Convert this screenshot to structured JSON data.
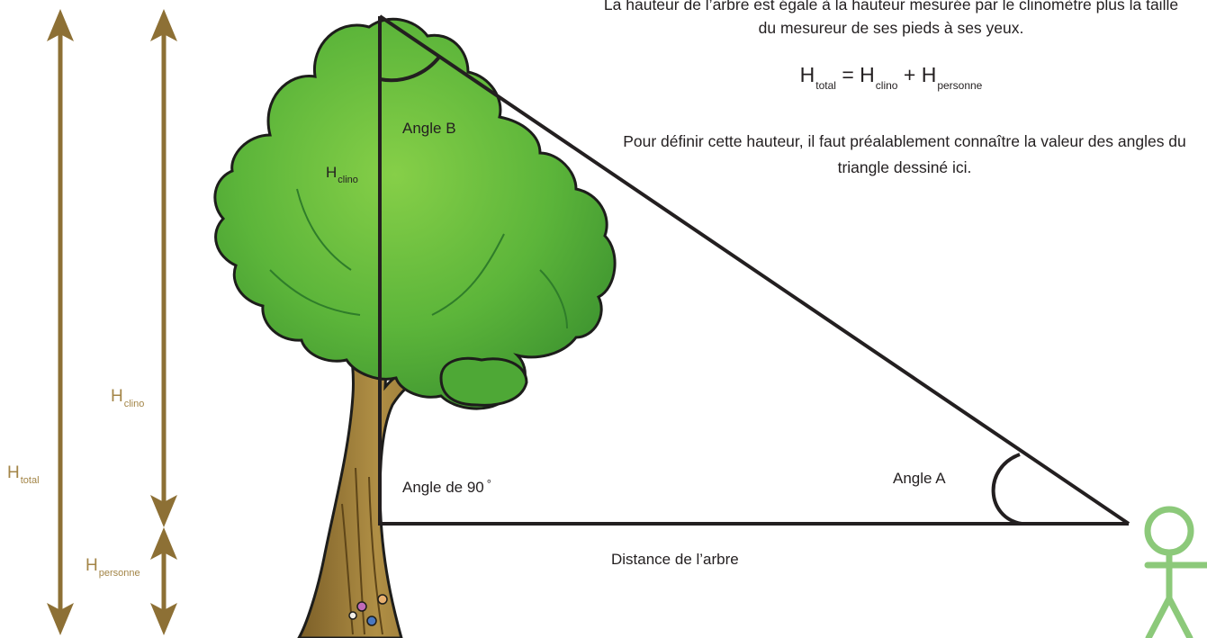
{
  "header": {
    "intro": "La hauteur de l’arbre est égale à la hauteur mesurée par le clinomètre plus la taille du mesureur de ses pieds à ses yeux.",
    "note": "Pour définir cette hauteur, il faut préalablement connaître la valeur des angles du triangle dessiné ici."
  },
  "formula": {
    "lhs_symbol": "H",
    "lhs_sub": "total",
    "equals": "=",
    "term1_symbol": "H",
    "term1_sub": "clino",
    "plus": "+",
    "term2_symbol": "H",
    "term2_sub": "personne"
  },
  "labels": {
    "angle_b": "Angle B",
    "angle_a": "Angle A",
    "angle_90": "Angle de 90",
    "degree": "°",
    "distance": "Distance de l’arbre",
    "h_clino_tree": {
      "symbol": "H",
      "sub": "clino"
    },
    "h_total": {
      "symbol": "H",
      "sub": "total"
    },
    "h_clino": {
      "symbol": "H",
      "sub": "clino"
    },
    "h_personne": {
      "symbol": "H",
      "sub": "personne"
    }
  },
  "colors": {
    "arrow": "#8d7035",
    "arrow_label": "#a38547",
    "foliage": "#55b237",
    "foliage_light": "#7dc843",
    "foliage_dark": "#2f7d2a",
    "trunk": "#9a7a37",
    "outline": "#1d1d1b",
    "person": "#8cc97a",
    "triangle": "#231f20"
  }
}
